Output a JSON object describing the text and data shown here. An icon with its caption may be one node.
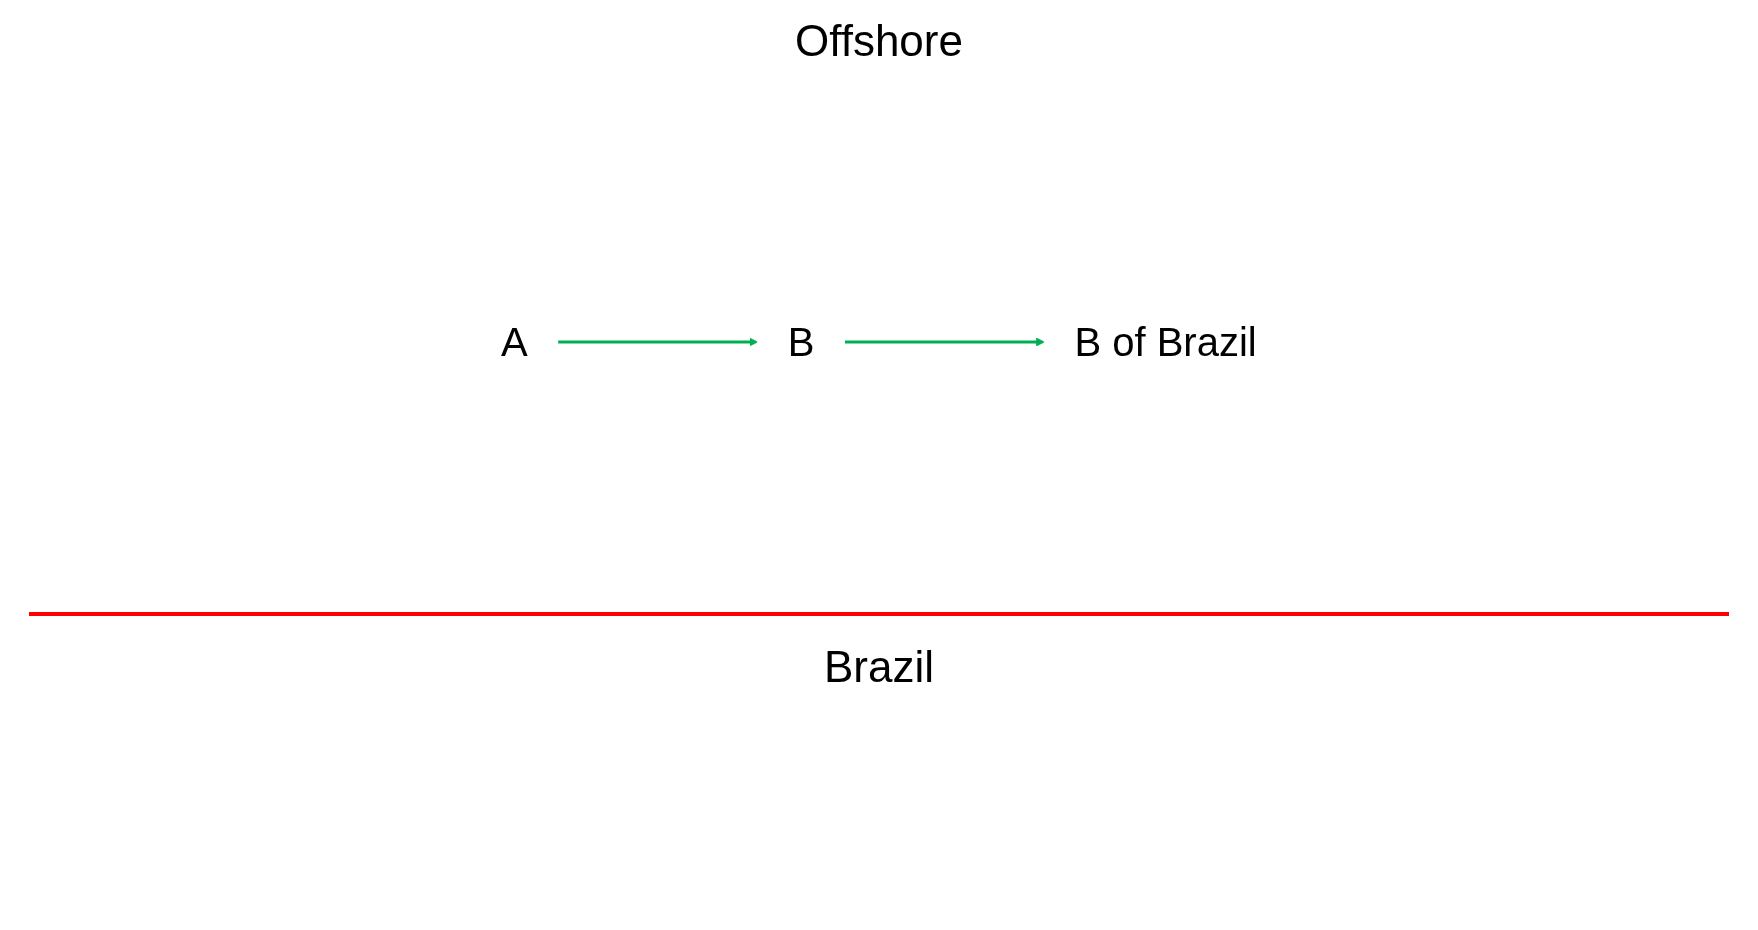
{
  "diagram": {
    "nodes": [
      {
        "text": [
          "A"
        ]
      },
      {
        "text": [
          "B"
        ]
      },
      {
        "text": [
          "B of Brazil"
        ]
      }
    ],
    "edges": [
      {
        "from": 0,
        "to": 1,
        "arrow": "to"
      },
      {
        "from": 1,
        "to": 2,
        "arrow": "to"
      }
    ],
    "labels": [
      "Offshore",
      "Brazil"
    ]
  }
}
